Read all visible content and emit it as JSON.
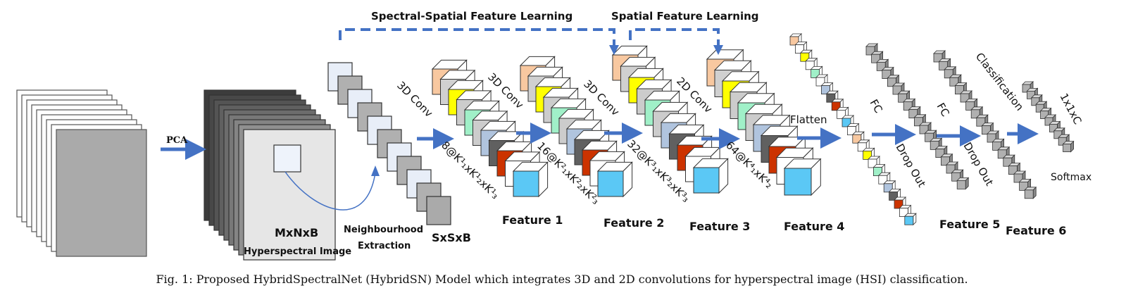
{
  "labels": {
    "pca": "PCA",
    "mxnxb": "MxNxB",
    "hyperspectral": "Hyperspectral Image",
    "neigh1": "Neighbourhood",
    "neigh2": "Extraction",
    "sxsxb": "SxSxB",
    "spectral_spatial": "Spectral-Spatial Feature Learning",
    "spatial": "Spatial Feature Learning",
    "conv3d_1": "3D Conv",
    "conv3d_2": "3D Conv",
    "conv3d_3": "3D Conv",
    "conv2d": "2D Conv",
    "k1": "8@K¹₁xK¹₂xK¹₃",
    "k2": "16@K²₁xK²₂xK²₃",
    "k3": "32@K³₁xK³₂xK³₃",
    "k4": "64@K⁴₁xK⁴₂",
    "feature1": "Feature 1",
    "feature2": "Feature 2",
    "feature3": "Feature 3",
    "feature4": "Feature 4",
    "feature5": "Feature 5",
    "feature6": "Feature 6",
    "flatten": "Flatten",
    "fc1": "FC",
    "fc2": "FC",
    "dropout1": "Drop Out",
    "dropout2": "Drop Out",
    "classification": "Classification",
    "output": "1x1xC",
    "softmax": "Softmax"
  },
  "caption": "Fig. 1: Proposed HybridSpectralNet (HybridSN) Model which integrates 3D and 2D convolutions for hyperspectral image (HSI) classification.",
  "colors": {
    "arrow": "#4472c4",
    "peach": "#f8c8a0",
    "lightgray": "#d0d0d0",
    "yellow": "#ffff00",
    "mint": "#a0f0c8",
    "silver": "#cccccc",
    "bluegray": "#b0c4de",
    "darkgray": "#606060",
    "red": "#cc3300",
    "white": "#ffffff",
    "cyan": "#5bc8f5"
  }
}
